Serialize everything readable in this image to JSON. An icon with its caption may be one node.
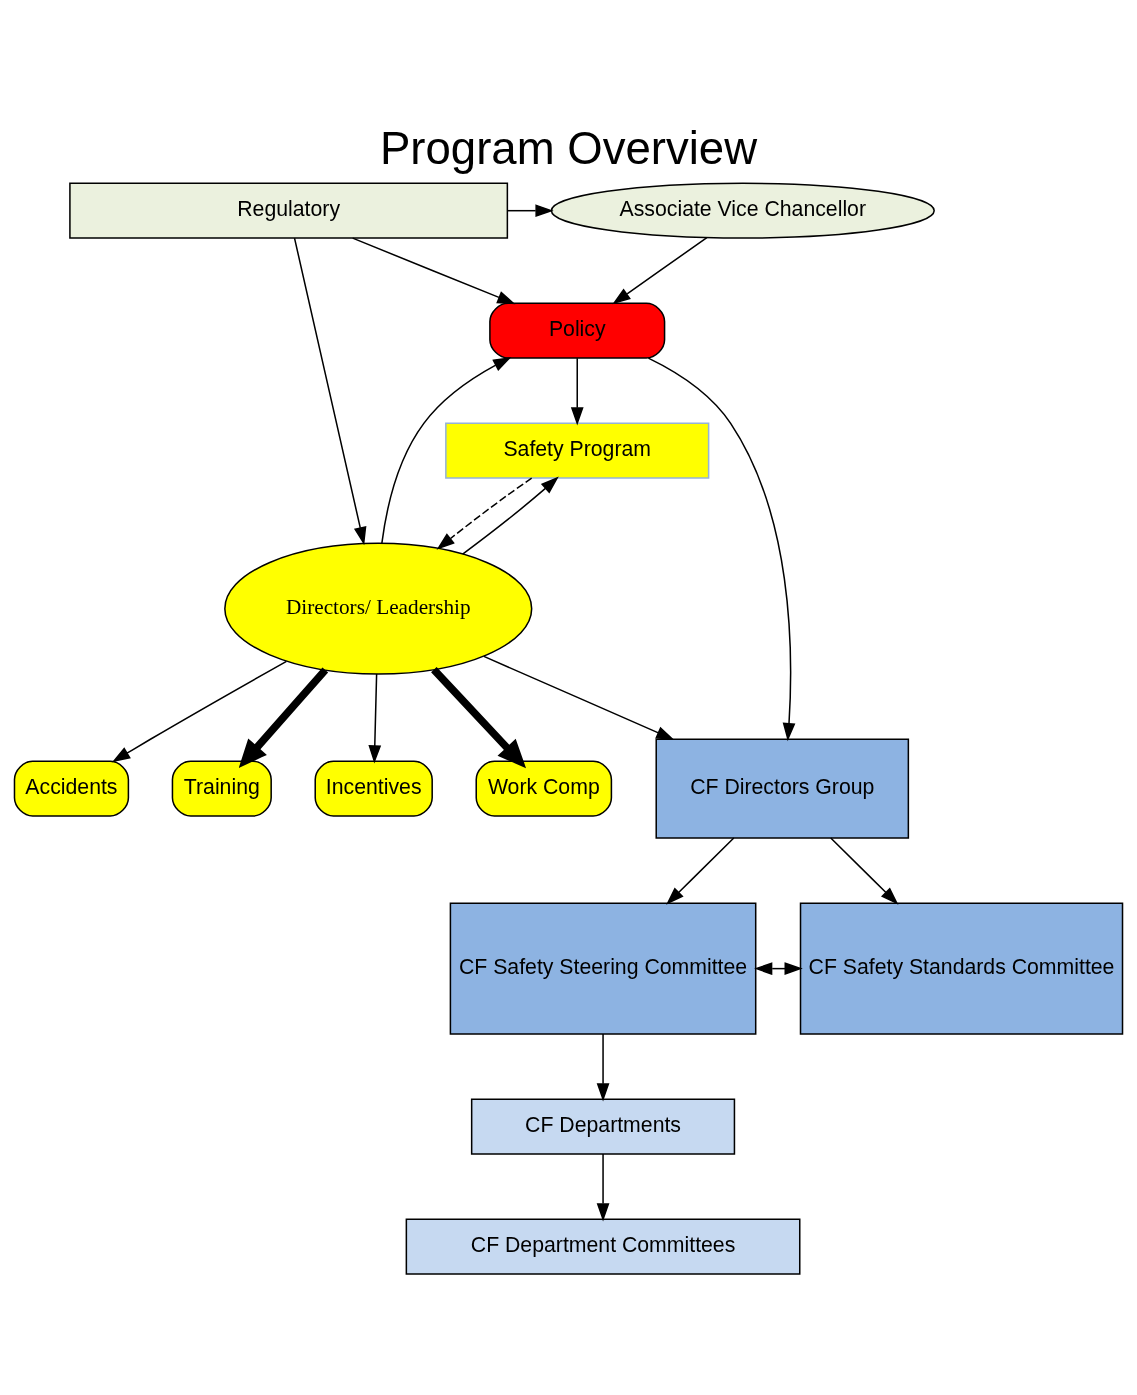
{
  "diagram": {
    "title": "Program Overview",
    "nodes": [
      {
        "text": [
          "Regulatory"
        ]
      },
      {
        "text": [
          "Associate Vice Chancellor"
        ]
      },
      {
        "text": [
          "Policy"
        ]
      },
      {
        "text": [
          "Work Comp"
        ]
      },
      {
        "text": [
          "Accidents"
        ]
      },
      {
        "text": [
          "Training"
        ]
      },
      {
        "text": [
          "Incentives"
        ]
      },
      {
        "text": [
          "Directors/ Leadership"
        ]
      },
      {
        "text": [
          "Safety Program"
        ]
      },
      {
        "text": [
          "CF Directors Group"
        ]
      },
      {
        "text": [
          "CF Safety Steering Committee"
        ]
      },
      {
        "text": [
          "CF Safety Standards Committee"
        ]
      },
      {
        "text": [
          "CF Departments"
        ]
      },
      {
        "text": [
          "CF Department Committees"
        ]
      }
    ],
    "edges": [
      {
        "from": 0,
        "to": 1,
        "arrow": "to"
      },
      {
        "from": 0,
        "to": 7,
        "arrow": "to"
      },
      {
        "from": 0,
        "to": 2,
        "arrow": "to"
      },
      {
        "from": 1,
        "to": 2,
        "arrow": "to"
      },
      {
        "from": 7,
        "to": 3,
        "arrow": "to",
        "style": "thick"
      },
      {
        "from": 7,
        "to": 4,
        "arrow": "to"
      },
      {
        "from": 7,
        "to": 5,
        "arrow": "to",
        "style": "thick"
      },
      {
        "from": 7,
        "to": 6,
        "arrow": "to"
      },
      {
        "from": 7,
        "to": 2,
        "arrow": "to"
      },
      {
        "from": 7,
        "to": 8,
        "arrow": "to"
      },
      {
        "from": 8,
        "to": 7,
        "arrow": "to",
        "style": "dashed"
      },
      {
        "from": 2,
        "to": 8,
        "arrow": "to"
      },
      {
        "from": 7,
        "to": 9,
        "arrow": "to"
      },
      {
        "from": 2,
        "to": 9,
        "arrow": "to"
      },
      {
        "from": 9,
        "to": 10,
        "arrow": "to"
      },
      {
        "from": 9,
        "to": 11,
        "arrow": "to"
      },
      {
        "from": 10,
        "to": 11,
        "arrow": "both"
      },
      {
        "from": 10,
        "to": 12,
        "arrow": "to"
      },
      {
        "from": 12,
        "to": 13,
        "arrow": "to"
      }
    ]
  }
}
